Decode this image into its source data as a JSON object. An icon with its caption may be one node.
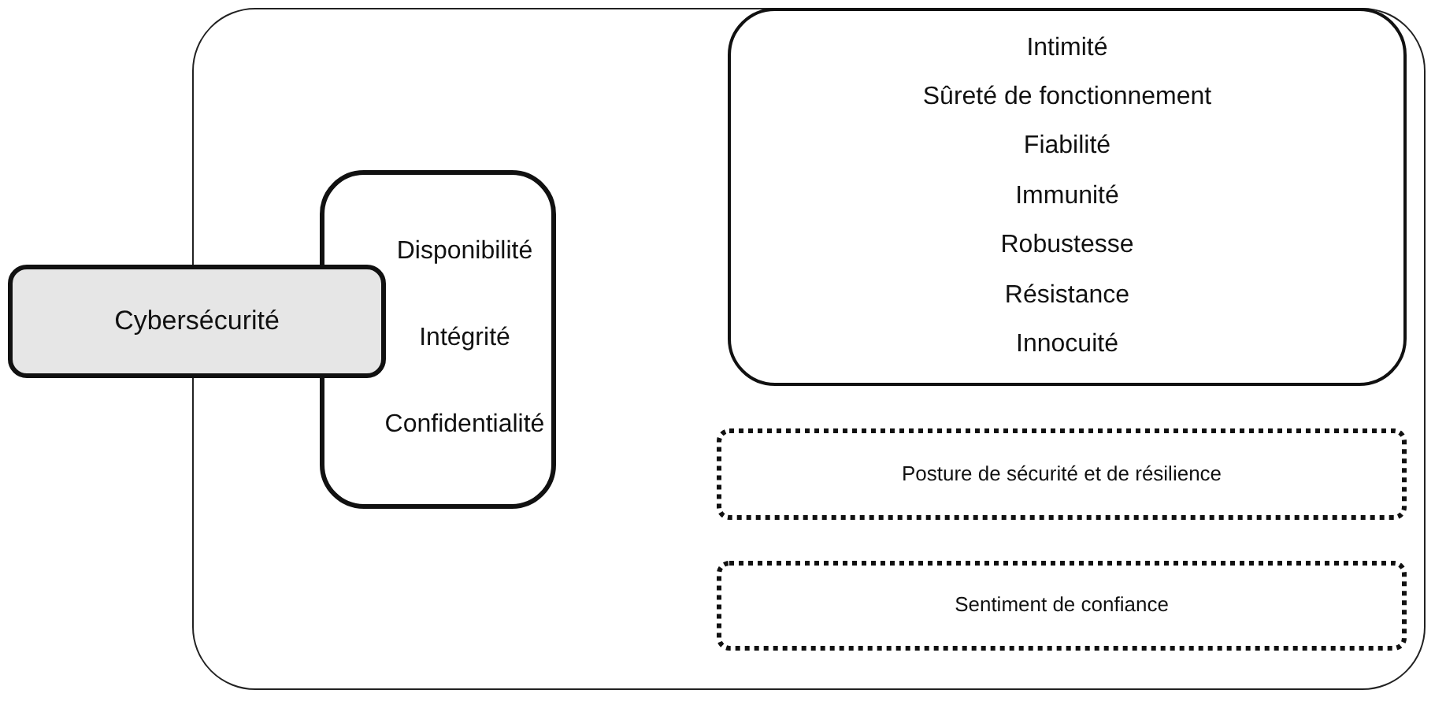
{
  "diagram": {
    "nodes": [
      {
        "text": [],
        "shape": "box"
      },
      {
        "text": [
          "Cybersécurité"
        ]
      },
      {
        "text": [
          "Disponibilité",
          "Intégrité",
          "Confidentialité"
        ],
        "in": 0
      },
      {
        "text": [
          "Intimité",
          "Sûreté de fonctionnement",
          "Fiabilité",
          "Immunité",
          "Robustesse",
          "Résistance",
          "Innocuité"
        ],
        "in": 0
      },
      {
        "text": [
          "Posture de sécurité et de résilience"
        ],
        "in": 0
      },
      {
        "text": [
          "Sentiment de confiance"
        ],
        "in": 0
      }
    ]
  }
}
